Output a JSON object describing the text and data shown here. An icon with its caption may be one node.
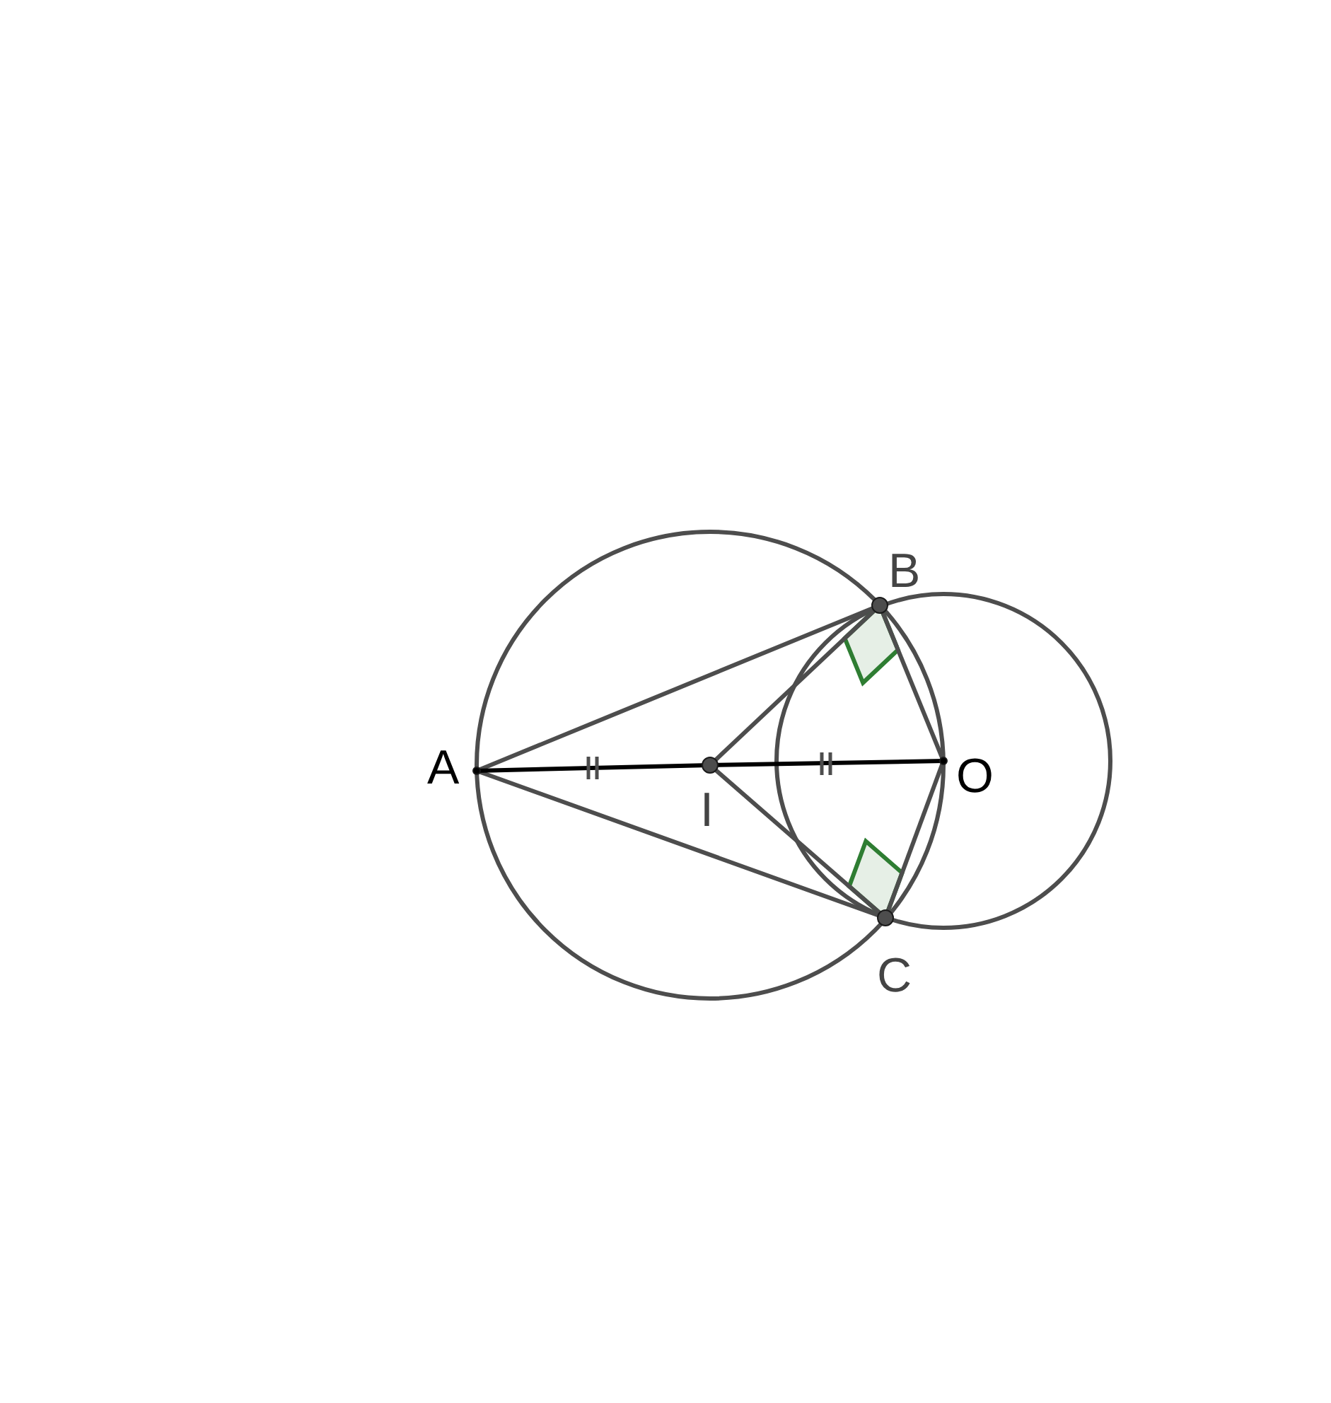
{
  "diagram": {
    "nodes": [
      {
        "text": [
          "A"
        ]
      },
      {
        "text": [
          "B"
        ]
      },
      {
        "text": [
          "C"
        ]
      },
      {
        "text": [
          "I"
        ]
      },
      {
        "text": [
          "O"
        ]
      }
    ],
    "edges": [
      {
        "from": 0,
        "to": 1,
        "arrow": "none"
      },
      {
        "from": 0,
        "to": 2,
        "arrow": "none"
      },
      {
        "from": 0,
        "to": 3,
        "arrow": "none",
        "color": "#000000"
      },
      {
        "from": 3,
        "to": 4,
        "arrow": "none",
        "color": "#000000"
      },
      {
        "from": 3,
        "to": 1,
        "arrow": "none"
      },
      {
        "from": 3,
        "to": 2,
        "arrow": "none"
      },
      {
        "from": 1,
        "to": 4,
        "arrow": "none"
      },
      {
        "from": 2,
        "to": 4,
        "arrow": "none"
      }
    ]
  }
}
